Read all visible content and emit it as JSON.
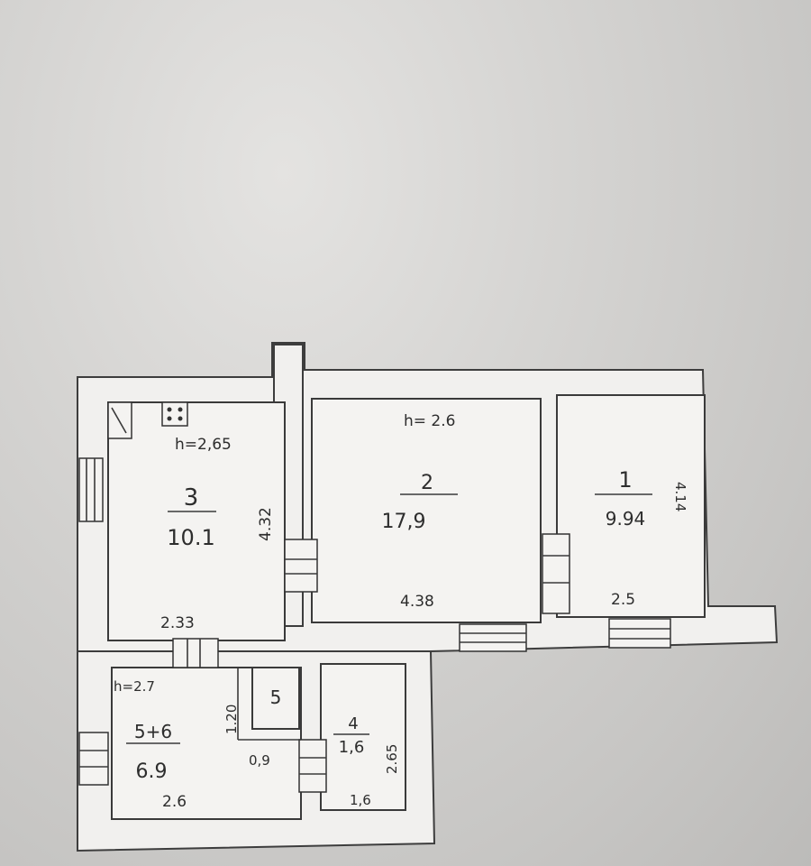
{
  "rooms": [
    {
      "number": "1",
      "area": "9.94"
    },
    {
      "number": "2",
      "area": "17,9"
    },
    {
      "number": "3",
      "area": "10.1"
    },
    {
      "number": "4",
      "area": "1,6"
    },
    {
      "number": "5",
      "area": ""
    },
    {
      "number": "5+6",
      "area": "6.9"
    }
  ],
  "heights": {
    "kitchen": "h=2,65",
    "living": "h= 2.6",
    "lower": "h=2.7"
  },
  "dimensions": {
    "room3_height": "4.32",
    "room3_width": "2.33",
    "room2_width": "4.38",
    "room1_width": "2.5",
    "room1_height": "4.14",
    "room56_width": "2.6",
    "room5_height": "1.20",
    "room5_width": "0,9",
    "room4_width": "1,6",
    "room4_height": "2.65"
  }
}
